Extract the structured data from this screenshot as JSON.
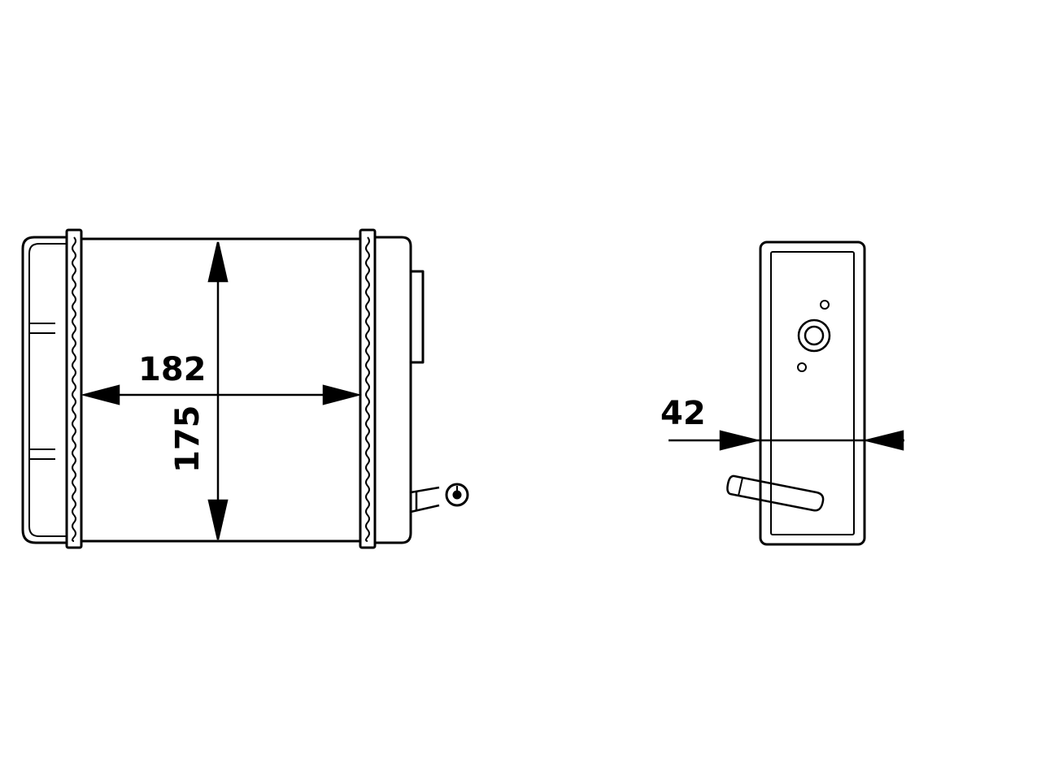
{
  "colors": {
    "stroke": "#000000",
    "background": "#ffffff"
  },
  "front_view": {
    "width_dimension": "182",
    "height_dimension": "175"
  },
  "side_view": {
    "depth_dimension": "42"
  }
}
